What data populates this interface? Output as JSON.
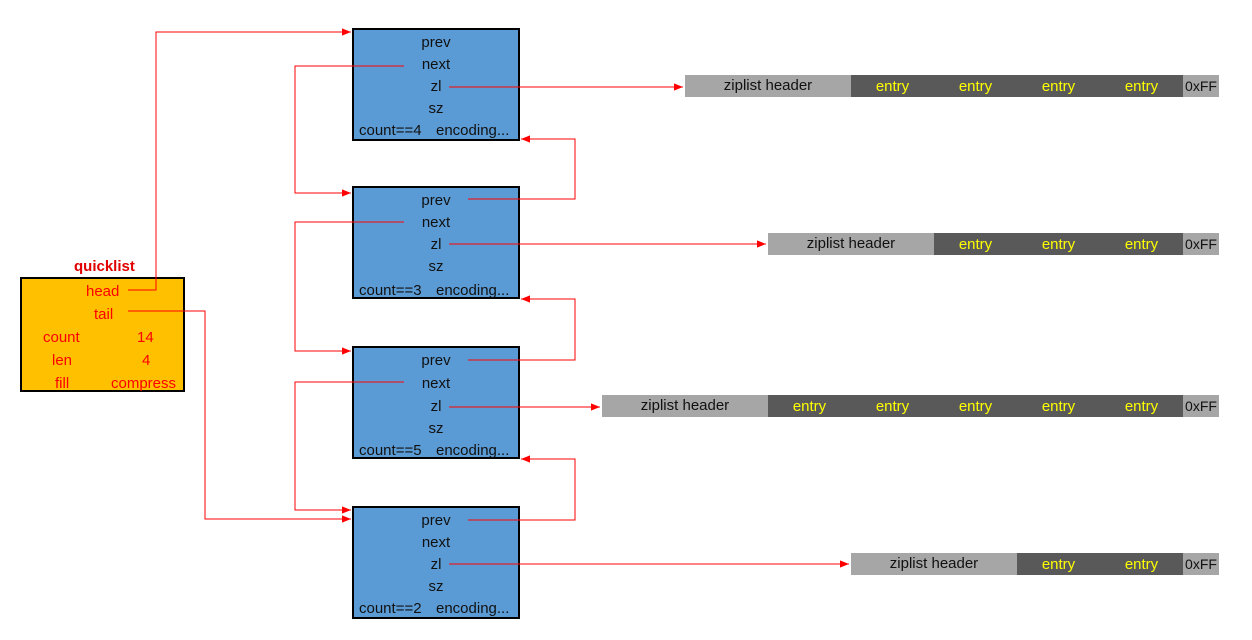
{
  "quicklist": {
    "title": "quicklist",
    "head": "head",
    "tail": "tail",
    "count_label": "count",
    "count_value": "14",
    "len_label": "len",
    "len_value": "4",
    "fill_label": "fill",
    "compress_label": "compress"
  },
  "nodes": [
    {
      "prev": "prev",
      "next": "next",
      "zl": "zl",
      "sz": "sz",
      "count": "count==4",
      "encoding": "encoding..."
    },
    {
      "prev": "prev",
      "next": "next",
      "zl": "zl",
      "sz": "sz",
      "count": "count==3",
      "encoding": "encoding..."
    },
    {
      "prev": "prev",
      "next": "next",
      "zl": "zl",
      "sz": "sz",
      "count": "count==5",
      "encoding": "encoding..."
    },
    {
      "prev": "prev",
      "next": "next",
      "zl": "zl",
      "sz": "sz",
      "count": "count==2",
      "encoding": "encoding..."
    }
  ],
  "ziplists": [
    {
      "header": "ziplist header",
      "entries": [
        "entry",
        "entry",
        "entry",
        "entry"
      ],
      "end": "0xFF"
    },
    {
      "header": "ziplist header",
      "entries": [
        "entry",
        "entry",
        "entry"
      ],
      "end": "0xFF"
    },
    {
      "header": "ziplist header",
      "entries": [
        "entry",
        "entry",
        "entry",
        "entry",
        "entry"
      ],
      "end": "0xFF"
    },
    {
      "header": "ziplist header",
      "entries": [
        "entry",
        "entry"
      ],
      "end": "0xFF"
    }
  ],
  "colors": {
    "arrow": "#ff0000",
    "quicklist_fill": "#ffc000",
    "node_fill": "#5b9bd5",
    "header_fill": "#a6a6a6",
    "entry_fill": "#595959",
    "entry_text": "#ffff00"
  }
}
